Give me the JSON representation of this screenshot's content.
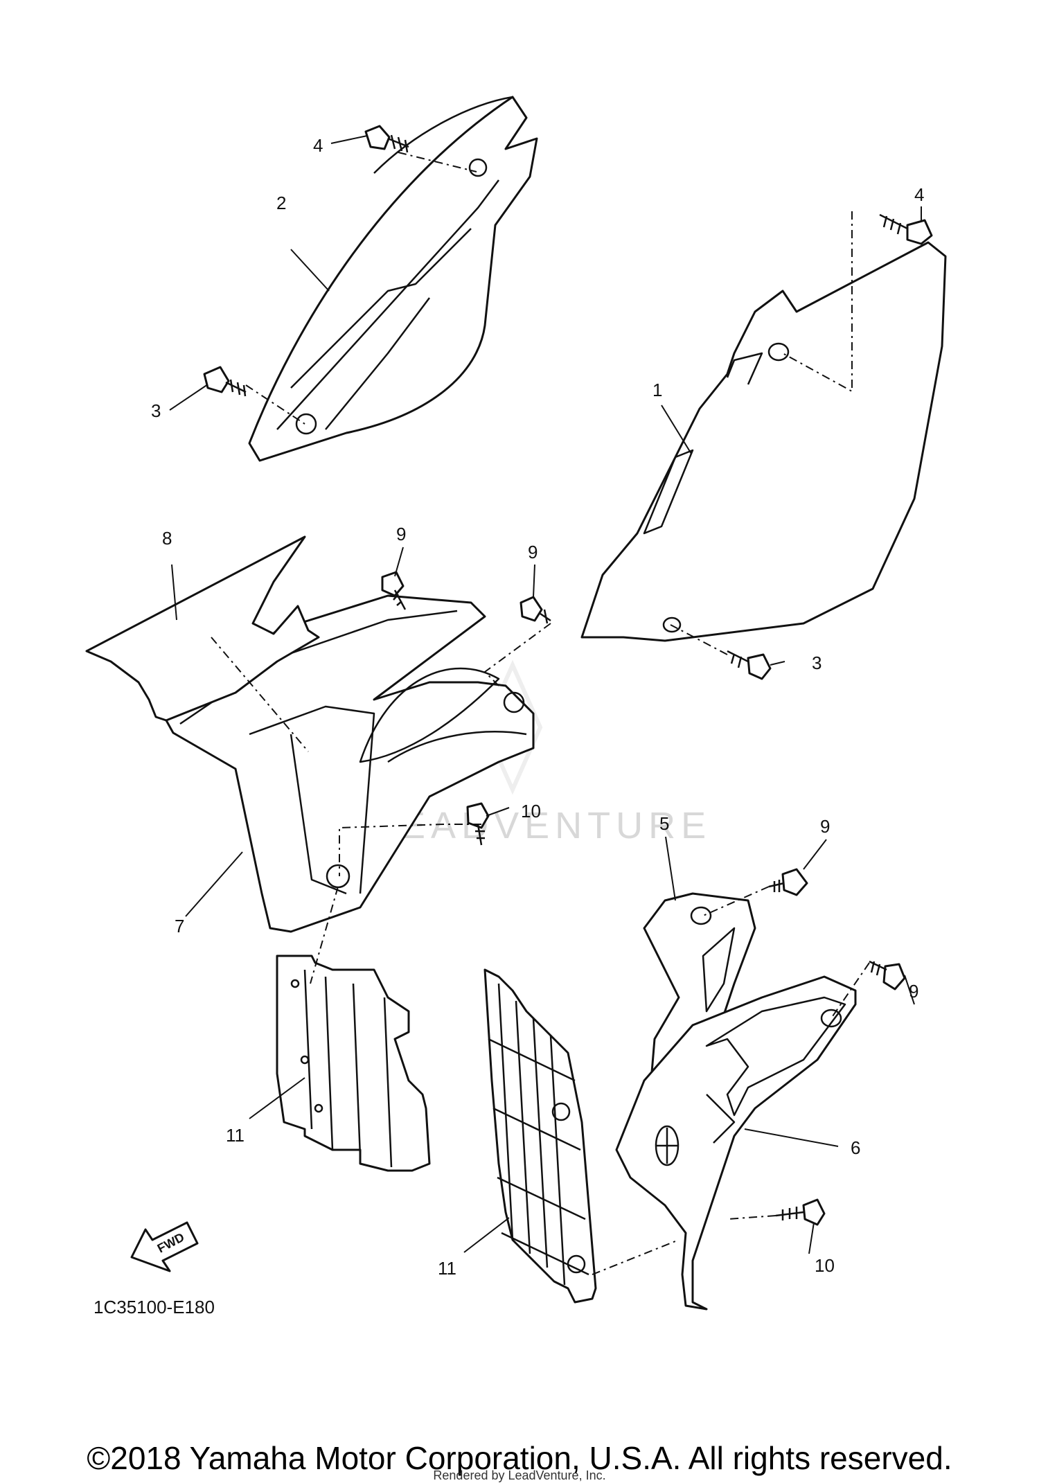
{
  "diagram": {
    "callouts": [
      "1",
      "2",
      "3",
      "3",
      "4",
      "4",
      "5",
      "6",
      "7",
      "8",
      "9",
      "9",
      "9",
      "9",
      "10",
      "10",
      "11",
      "11"
    ],
    "drawing_code": "1C35100-E180",
    "fwd_label": "FWD",
    "watermark": "LEADVENTURE"
  },
  "footer": {
    "copyright": "©2018 Yamaha Motor Corporation, U.S.A. All rights reserved.",
    "rendered_by": "Rendered by LeadVenture, Inc."
  }
}
